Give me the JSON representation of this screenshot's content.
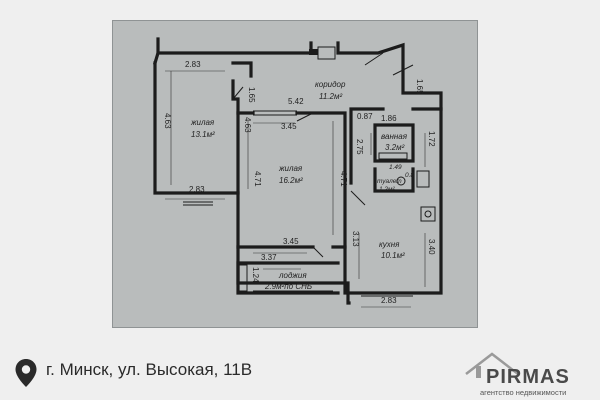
{
  "plan": {
    "rooms": {
      "living1": {
        "name": "жилая",
        "area": "13.1м²"
      },
      "living2": {
        "name": "жилая",
        "area": "16.2м²"
      },
      "corridor": {
        "name": "коридор",
        "area": "11.2м²"
      },
      "bathroom": {
        "name": "ванная",
        "area": "3.2м²"
      },
      "toilet": {
        "name": "туалет",
        "area": "1.2м²"
      },
      "kitchen": {
        "name": "кухня",
        "area": "10.1м²"
      },
      "loggia": {
        "name": "лоджия",
        "area": "2.9м²по СНБ"
      }
    },
    "dimensions": {
      "top_left": "2.83",
      "top_mid": "1.65",
      "top_right": "1.65",
      "corr_width": "5.42",
      "left_height": "4.63",
      "mid_left_height": "4.63",
      "room2_top": "3.45",
      "room1_bottom": "2.83",
      "room2_left": "4.71",
      "room2_right": "4.71",
      "bath_wall": "0.87",
      "bath_width": "1.86",
      "corr_vert": "2.75",
      "bath_height": "1.72",
      "toilet_width": "1.49",
      "toilet_height": "0.8",
      "kitchen_left": "3.13",
      "kitchen_right": "3.40",
      "room2_bottom": "3.45",
      "loggia_width": "3.37",
      "loggia_height": "1.24",
      "kitchen_bottom": "2.83"
    }
  },
  "footer": {
    "address": "г. Минск, ул. Высокая, 11В",
    "brand_name": "PIRMAS",
    "brand_tagline": "агентство недвижимости"
  },
  "colors": {
    "paper": "#b9bcbc",
    "background": "#efefef",
    "brand_dark": "#4a4a4a",
    "brand_roof": "#9a9a9a"
  }
}
